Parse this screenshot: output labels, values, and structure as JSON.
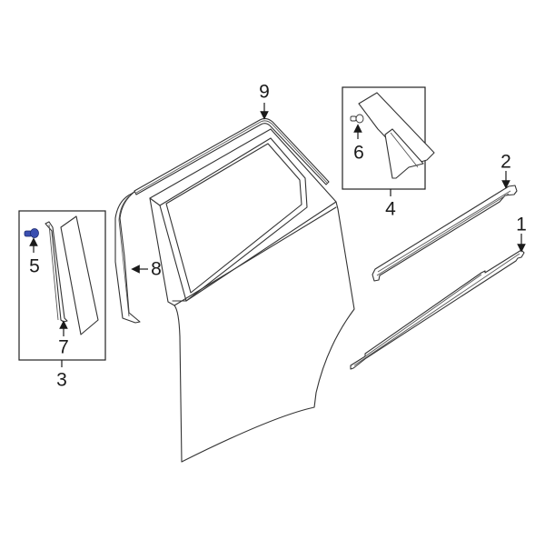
{
  "diagram": {
    "type": "exploded parts diagram",
    "subject": "Rear door exterior trim / moldings",
    "highlight_color": "#3a4fb0",
    "line_color": "#333333",
    "background": "#ffffff",
    "callouts": [
      {
        "id": "1",
        "label": "1",
        "part": "lower belt molding (outer)"
      },
      {
        "id": "2",
        "label": "2",
        "part": "belt weatherstrip"
      },
      {
        "id": "3",
        "label": "3",
        "part": "B-pillar applique assembly (boxed group)"
      },
      {
        "id": "4",
        "label": "4",
        "part": "rear applique assembly (boxed group)"
      },
      {
        "id": "5",
        "label": "5",
        "part": "applique bolt (highlighted)"
      },
      {
        "id": "6",
        "label": "6",
        "part": "applique clip"
      },
      {
        "id": "7",
        "label": "7",
        "part": "B-pillar applique strip"
      },
      {
        "id": "8",
        "label": "8",
        "part": "front frame molding"
      },
      {
        "id": "9",
        "label": "9",
        "part": "upper frame molding"
      }
    ]
  }
}
